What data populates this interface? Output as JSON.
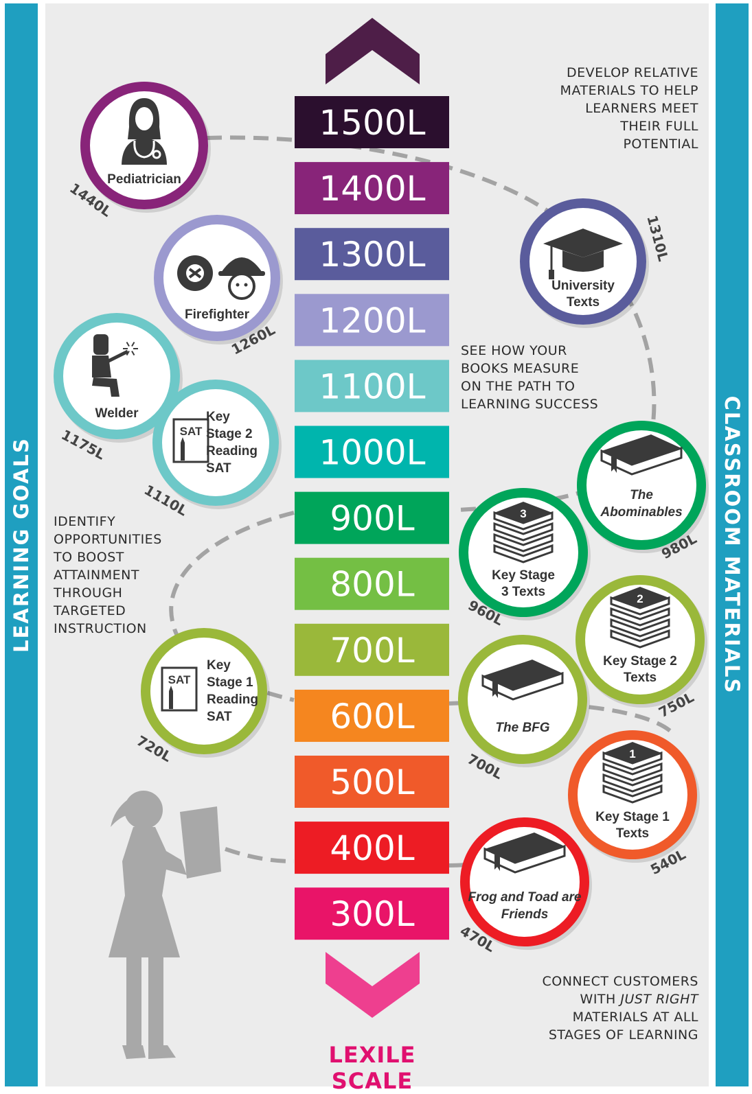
{
  "side_labels": {
    "left": "LEARNING GOALS",
    "right": "CLASSROOM MATERIALS"
  },
  "scale": {
    "title": "LEXILE SCALE",
    "levels": [
      {
        "label": "1500L",
        "color": "#2b0f2e"
      },
      {
        "label": "1400L",
        "color": "#882479"
      },
      {
        "label": "1300L",
        "color": "#5a5c9c"
      },
      {
        "label": "1200L",
        "color": "#9b99cf"
      },
      {
        "label": "1100L",
        "color": "#6dc8c8"
      },
      {
        "label": "1000L",
        "color": "#00b5ad"
      },
      {
        "label": "900L",
        "color": "#00a55a"
      },
      {
        "label": "800L",
        "color": "#74bf44"
      },
      {
        "label": "700L",
        "color": "#9ab83a"
      },
      {
        "label": "600L",
        "color": "#f5861f"
      },
      {
        "label": "500L",
        "color": "#f05a2a"
      },
      {
        "label": "400L",
        "color": "#ed1c24"
      },
      {
        "label": "300L",
        "color": "#e91468"
      }
    ],
    "arrow_up_color": "#4e1e48",
    "arrow_down_color": "#ee3f8f"
  },
  "notes": {
    "develop": [
      "DEVELOP RELATIVE",
      "MATERIALS TO HELP",
      "LEARNERS MEET",
      "THEIR FULL",
      "POTENTIAL"
    ],
    "see": [
      "SEE HOW YOUR",
      "BOOKS MEASURE",
      "ON THE PATH TO",
      "LEARNING SUCCESS"
    ],
    "identify": [
      "IDENTIFY",
      "OPPORTUNITIES",
      "TO BOOST",
      "ATTAINMENT",
      "THROUGH",
      "TARGETED",
      "INSTRUCTION"
    ],
    "connect": [
      "CONNECT CUSTOMERS",
      "WITH ",
      "JUST RIGHT",
      "MATERIALS AT ALL",
      "STAGES OF LEARNING"
    ]
  },
  "goals": [
    {
      "id": "pediatrician",
      "label": [
        "Pediatrician"
      ],
      "value": "1440L",
      "ring": "#882479",
      "icon": "doctor-icon"
    },
    {
      "id": "firefighter",
      "label": [
        "Firefighter"
      ],
      "value": "1260L",
      "ring": "#9b99cf",
      "icon": "firefighter-icon"
    },
    {
      "id": "welder",
      "label": [
        "Welder"
      ],
      "value": "1175L",
      "ring": "#6dc8c8",
      "icon": "welder-icon"
    },
    {
      "id": "ks2-sat",
      "label": [
        "Key",
        "Stage 2",
        "Reading",
        "SAT"
      ],
      "value": "1110L",
      "ring": "#6dc8c8",
      "icon": "sat-test-icon",
      "icon_text": "SAT"
    },
    {
      "id": "ks1-sat",
      "label": [
        "Key",
        "Stage 1",
        "Reading",
        "SAT"
      ],
      "value": "720L",
      "ring": "#9ab83a",
      "icon": "sat-test-icon",
      "icon_text": "SAT"
    }
  ],
  "materials": [
    {
      "id": "university",
      "label": [
        "University",
        "Texts"
      ],
      "value": "1310L",
      "ring": "#5a5c9c",
      "icon": "graduation-cap-icon"
    },
    {
      "id": "abominables",
      "label": [
        "The",
        "Abominables"
      ],
      "value": "980L",
      "ring": "#00a55a",
      "icon": "book-icon"
    },
    {
      "id": "ks3-texts",
      "label": [
        "Key Stage",
        "3 Texts"
      ],
      "value": "960L",
      "ring": "#00a55a",
      "icon": "book-stack-icon",
      "icon_text": "3"
    },
    {
      "id": "ks2-texts",
      "label": [
        "Key Stage 2",
        "Texts"
      ],
      "value": "750L",
      "ring": "#9ab83a",
      "icon": "book-stack-icon",
      "icon_text": "2"
    },
    {
      "id": "bfg",
      "label": [
        "The BFG"
      ],
      "value": "700L",
      "ring": "#9ab83a",
      "icon": "book-icon"
    },
    {
      "id": "ks1-texts",
      "label": [
        "Key Stage 1",
        "Texts"
      ],
      "value": "540L",
      "ring": "#f05a2a",
      "icon": "book-stack-icon",
      "icon_text": "1"
    },
    {
      "id": "frog-toad",
      "label": [
        "Frog and Toad are",
        "Friends"
      ],
      "value": "470L",
      "ring": "#ed1c24",
      "icon": "book-icon"
    }
  ]
}
